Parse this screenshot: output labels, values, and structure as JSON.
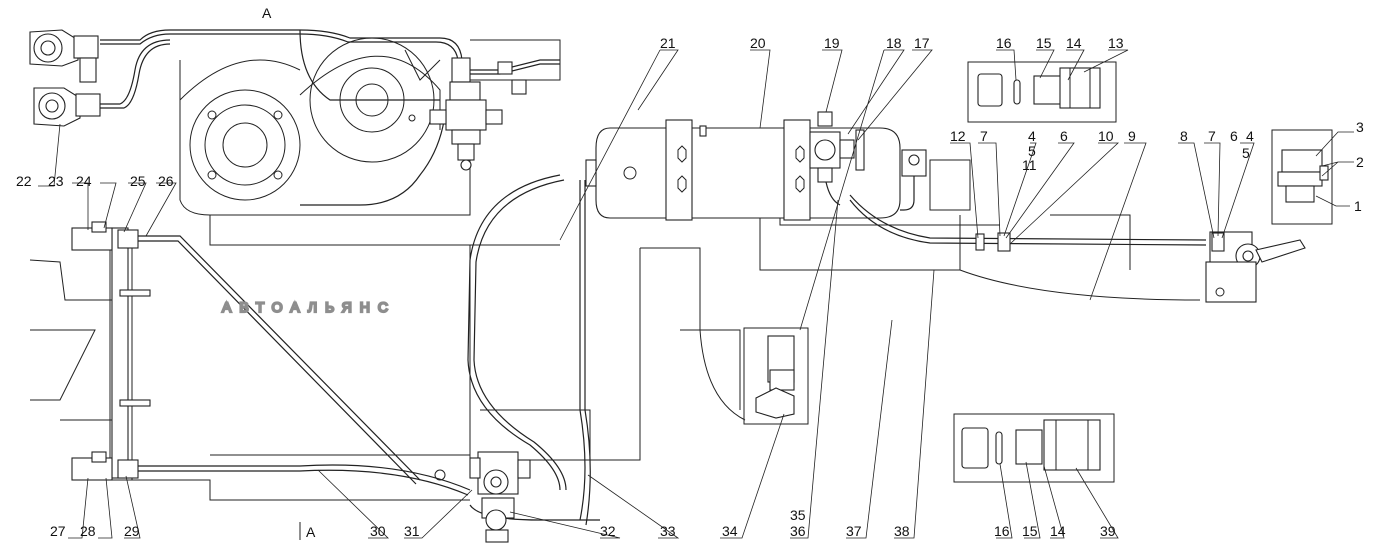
{
  "watermark": "АВТОАЛЬЯНС",
  "view_labels": {
    "top": "A",
    "bottom": "A"
  },
  "callouts": [
    {
      "id": "c1",
      "text": "1"
    },
    {
      "id": "c2",
      "text": "2"
    },
    {
      "id": "c3",
      "text": "3"
    },
    {
      "id": "c4a",
      "text": "4"
    },
    {
      "id": "c5a",
      "text": "5"
    },
    {
      "id": "c4b",
      "text": "4"
    },
    {
      "id": "c5b",
      "text": "5"
    },
    {
      "id": "c6a",
      "text": "6"
    },
    {
      "id": "c6b",
      "text": "6"
    },
    {
      "id": "c7a",
      "text": "7"
    },
    {
      "id": "c7b",
      "text": "7"
    },
    {
      "id": "c8",
      "text": "8"
    },
    {
      "id": "c9",
      "text": "9"
    },
    {
      "id": "c10",
      "text": "10"
    },
    {
      "id": "c11",
      "text": "11"
    },
    {
      "id": "c12",
      "text": "12"
    },
    {
      "id": "c13",
      "text": "13"
    },
    {
      "id": "c14a",
      "text": "14"
    },
    {
      "id": "c15a",
      "text": "15"
    },
    {
      "id": "c16a",
      "text": "16"
    },
    {
      "id": "c17",
      "text": "17"
    },
    {
      "id": "c18",
      "text": "18"
    },
    {
      "id": "c19",
      "text": "19"
    },
    {
      "id": "c20",
      "text": "20"
    },
    {
      "id": "c21",
      "text": "21"
    },
    {
      "id": "c22",
      "text": "22"
    },
    {
      "id": "c23",
      "text": "23"
    },
    {
      "id": "c24",
      "text": "24"
    },
    {
      "id": "c25",
      "text": "25"
    },
    {
      "id": "c26",
      "text": "26"
    },
    {
      "id": "c27",
      "text": "27"
    },
    {
      "id": "c28",
      "text": "28"
    },
    {
      "id": "c29",
      "text": "29"
    },
    {
      "id": "c30",
      "text": "30"
    },
    {
      "id": "c31",
      "text": "31"
    },
    {
      "id": "c32",
      "text": "32"
    },
    {
      "id": "c33",
      "text": "33"
    },
    {
      "id": "c34",
      "text": "34"
    },
    {
      "id": "c35",
      "text": "35"
    },
    {
      "id": "c36",
      "text": "36"
    },
    {
      "id": "c37",
      "text": "37"
    },
    {
      "id": "c38",
      "text": "38"
    },
    {
      "id": "c16b",
      "text": "16"
    },
    {
      "id": "c15b",
      "text": "15"
    },
    {
      "id": "c14b",
      "text": "14"
    },
    {
      "id": "c39",
      "text": "39"
    }
  ]
}
